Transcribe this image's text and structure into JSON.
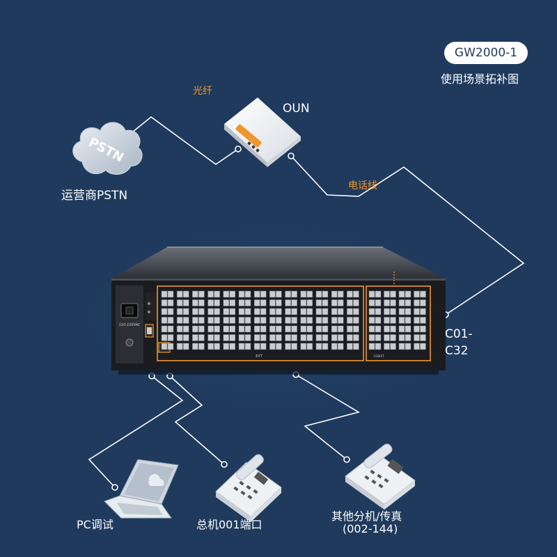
{
  "header": {
    "model": "GW2000-1",
    "subtitle": "使用场景拓补图"
  },
  "labels": {
    "fiber": "光纤",
    "oun": "OUN",
    "pstn_cloud": "PSTN",
    "pstn": "运营商PSTN",
    "phone_line": "电话线",
    "trunk_line1": "C01-",
    "trunk_line2": "C32",
    "pc": "PC调试",
    "main_phone": "总机001端口",
    "other_line1": "其他分机/传真",
    "other_line2": "(002-144)"
  },
  "device": {
    "ext_label": "EXT",
    "co_ext_label": "CO/EXT",
    "power_label": "110-220VAC"
  },
  "colors": {
    "background": "#1f3a5c",
    "accent": "#f0962e",
    "line": "#ffffff"
  }
}
